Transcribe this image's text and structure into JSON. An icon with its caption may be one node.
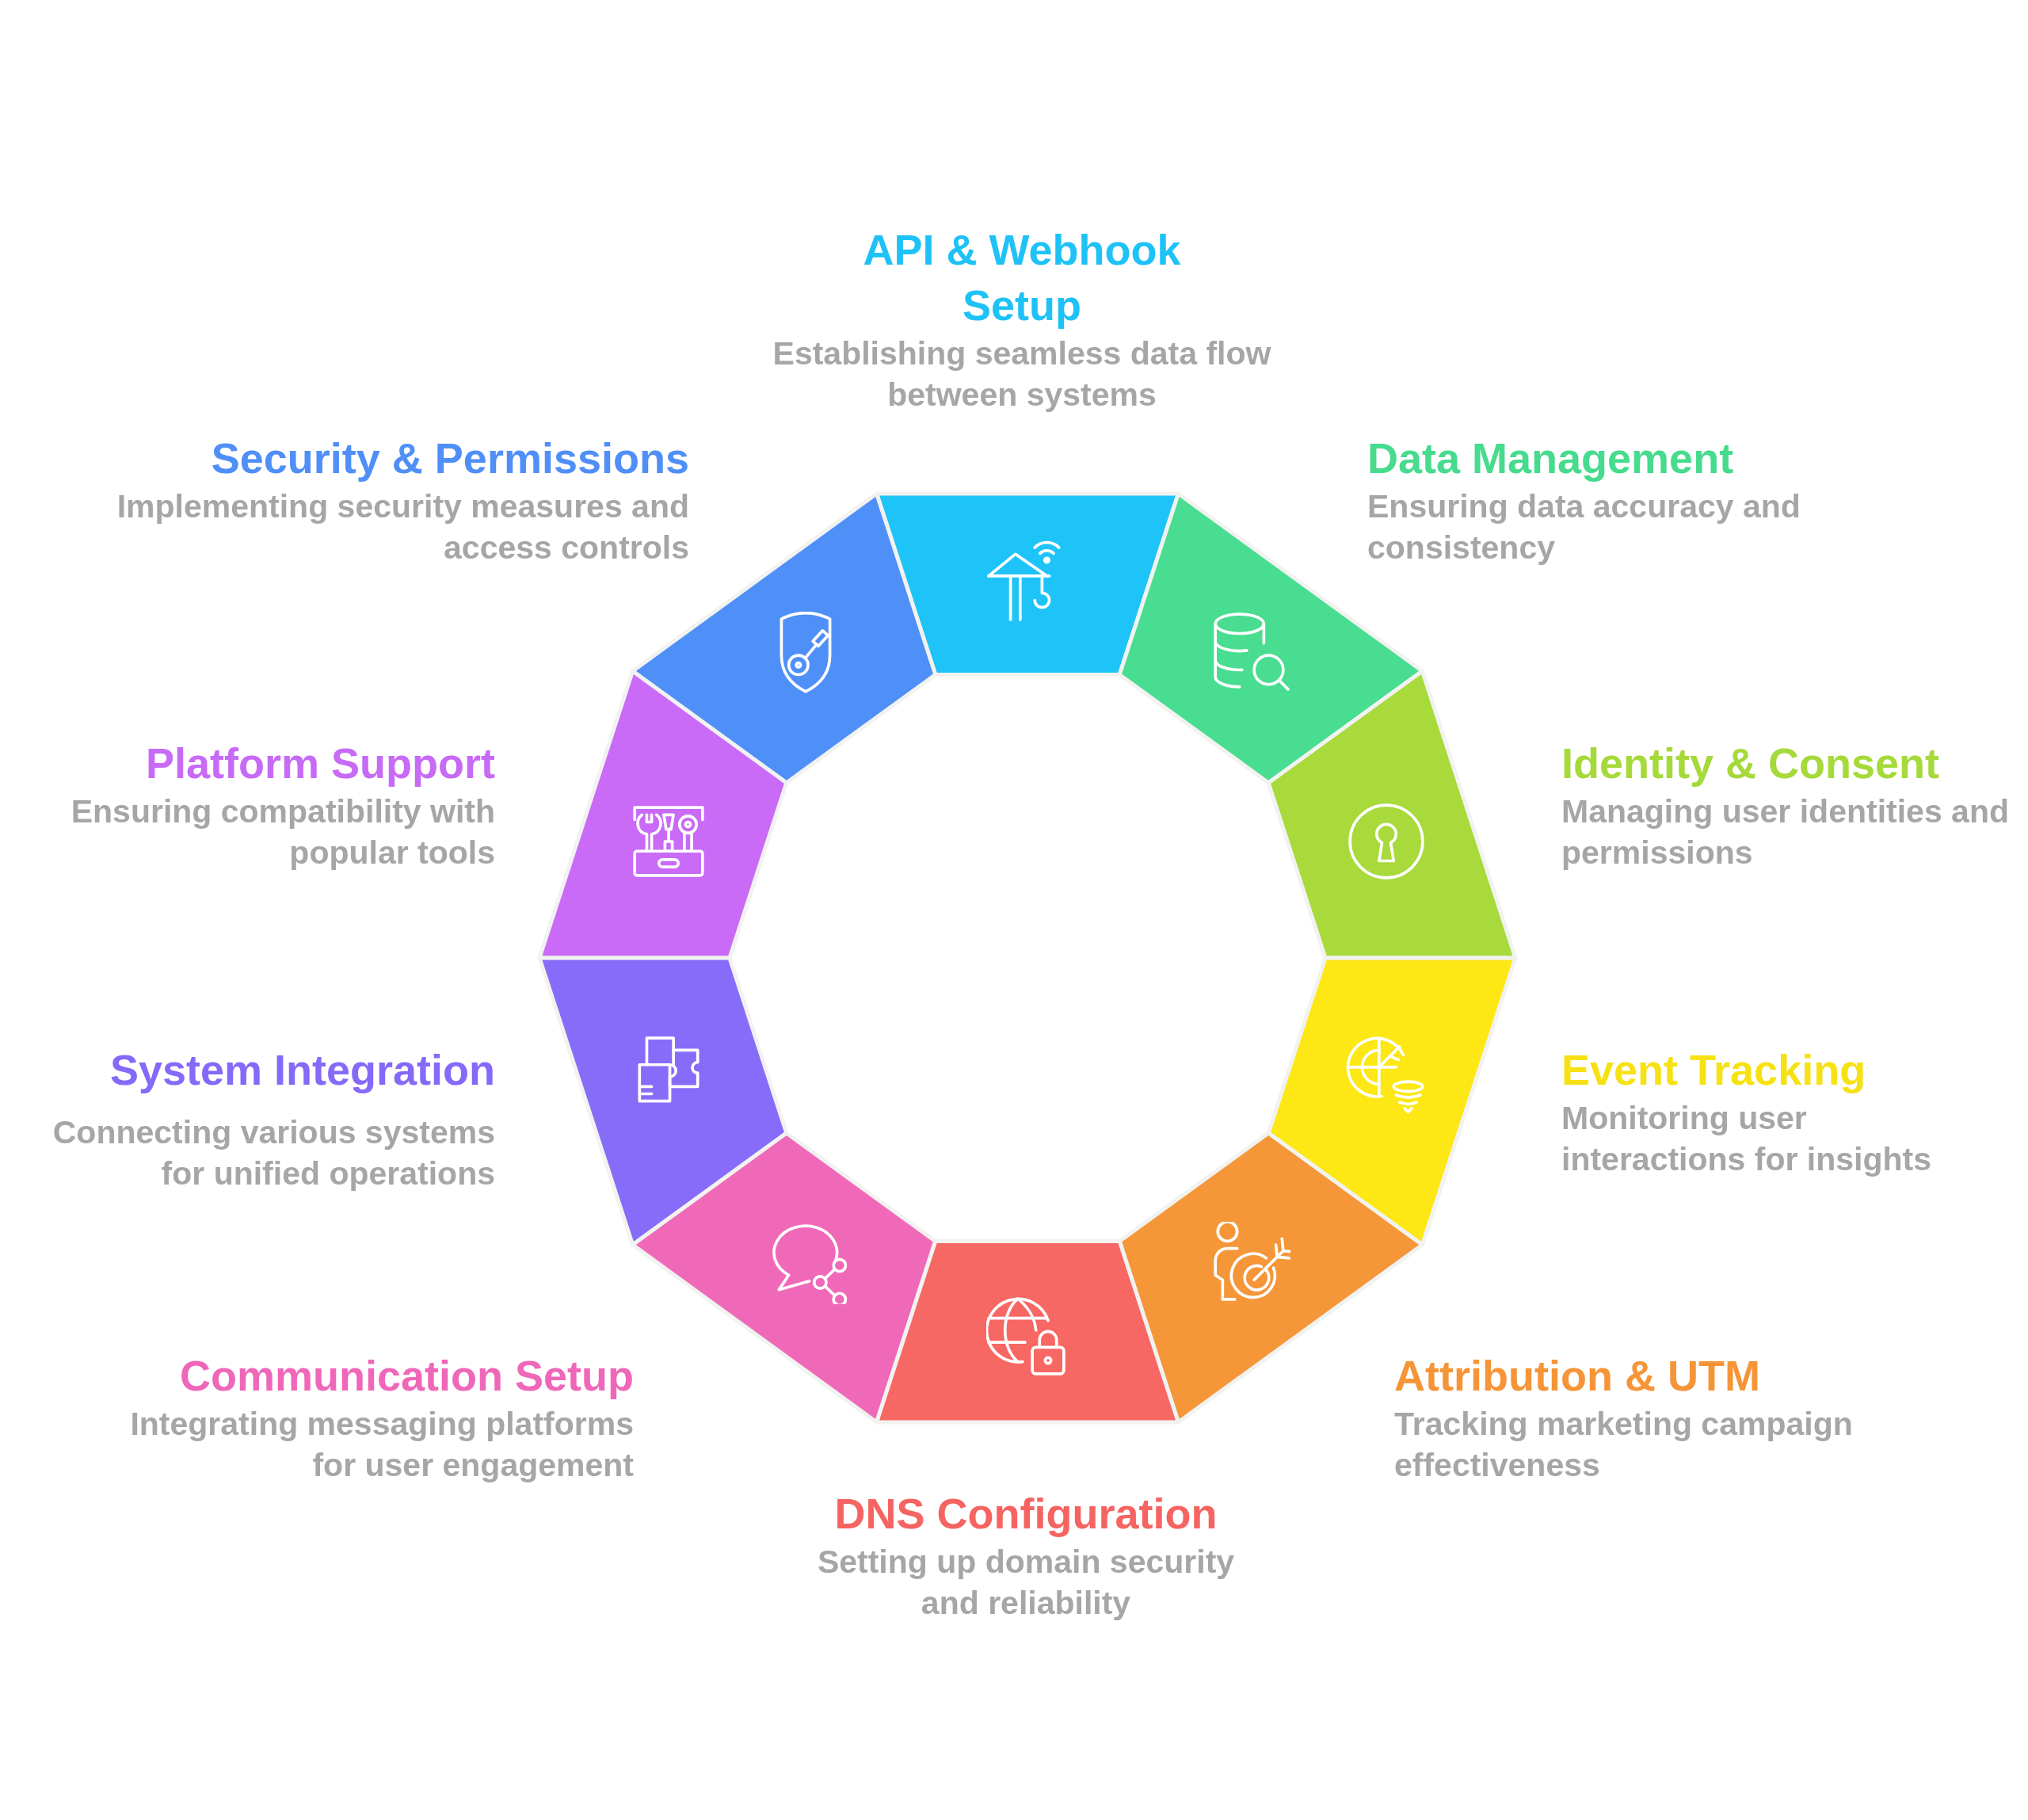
{
  "diagram": {
    "nodes": [
      {
        "text": [
          "API & Webhook Setup",
          "Establishing seamless data flow between systems"
        ]
      },
      {
        "text": [
          "Security & Permissions",
          "Implementing security measures and access controls"
        ]
      },
      {
        "text": [
          "Data Management",
          "Ensuring data accuracy and consistency"
        ]
      },
      {
        "text": [
          "Platform Support",
          "Ensuring compatibility with popular tools"
        ]
      },
      {
        "text": [
          "Identity & Consent",
          "Managing user identities and permissions"
        ]
      },
      {
        "text": [
          "System Integration",
          "Connecting various systems for unified operations"
        ]
      },
      {
        "text": [
          "Event Tracking",
          "Monitoring user interactions for insights"
        ]
      },
      {
        "text": [
          "Communication Setup",
          "Integrating messaging platforms for user engagement"
        ]
      },
      {
        "text": [
          "Attribution & UTM",
          "Tracking marketing campaign effectiveness"
        ]
      },
      {
        "text": [
          "DNS Configuration",
          "Setting up domain security and reliability"
        ]
      }
    ]
  }
}
